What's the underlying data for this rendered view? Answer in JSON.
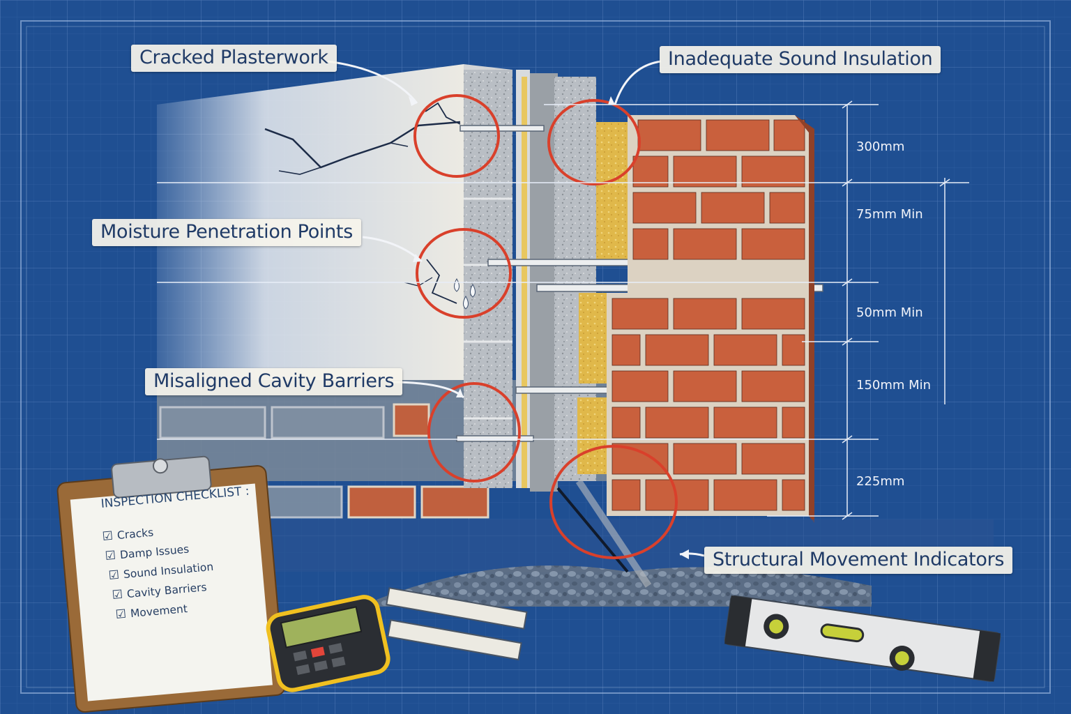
{
  "callouts": {
    "cracked_plasterwork": "Cracked Plasterwork",
    "sound_insulation": "Inadequate Sound Insulation",
    "moisture_penetration": "Moisture Penetration Points",
    "cavity_barriers": "Misaligned Cavity Barriers",
    "structural_movement": "Structural Movement Indicators"
  },
  "dimensions": [
    "300mm",
    "75mm Min",
    "50mm Min",
    "150mm Min",
    "225mm"
  ],
  "checklist": {
    "title": "INSPECTION CHECKLIST :",
    "items": [
      "Cracks",
      "Damp Issues",
      "Sound Insulation",
      "Cavity Barriers",
      "Movement"
    ]
  },
  "colors": {
    "blueprint": "#1f4f92",
    "highlight_circle": "#d9402b",
    "brick": "#c9603d",
    "insulation": "#e0b84a"
  },
  "icons": [
    "clipboard-icon",
    "laser-measure-icon",
    "folding-ruler-icon",
    "spirit-level-icon",
    "checkbox-icon"
  ]
}
